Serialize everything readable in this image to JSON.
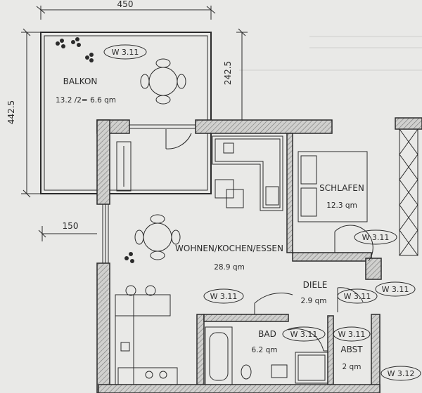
{
  "dimensions": {
    "top_width": "450",
    "left_height": "442.5",
    "balcony_depth": "242.5",
    "offset": "150"
  },
  "rooms": {
    "balkon": {
      "name": "BALKON",
      "area": "13.2 /2= 6.6 qm"
    },
    "wohnen": {
      "name": "WOHNEN/KOCHEN/ESSEN",
      "area": "28.9 qm"
    },
    "schlafen": {
      "name": "SCHLAFEN",
      "area": "12.3 qm"
    },
    "diele": {
      "name": "DIELE",
      "area": "2.9 qm"
    },
    "bad": {
      "name": "BAD",
      "area": "6.2 qm"
    },
    "abst": {
      "name": "ABST",
      "area": "2 qm"
    }
  },
  "tags": {
    "balkon": "W 3.11",
    "schlafen": "W 3.11",
    "wohnen": "W 3.11",
    "diele_a": "W 3.11",
    "diele_b": "W 3.11",
    "bad": "W 3.11",
    "abst": "W 3.11",
    "neighbor": "W 3.12"
  },
  "colors": {
    "paper": "#e9e9e7",
    "ink": "#2b2b2b",
    "wall_fill": "#bdbdbd"
  }
}
